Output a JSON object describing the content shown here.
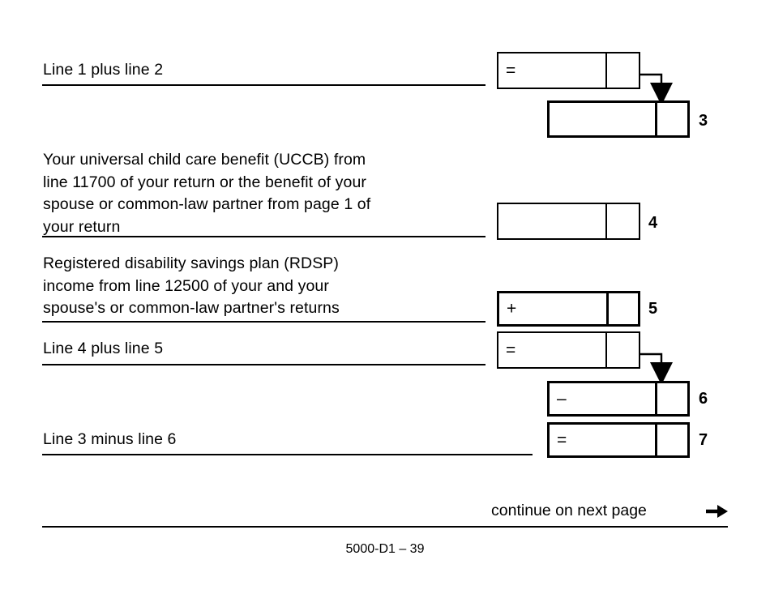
{
  "form": {
    "page_id": "5000-D1 – 39",
    "footer_note": "continue on next page",
    "footer_arrow_icon": "arrow-right-icon"
  },
  "rows": [
    {
      "id": "line-1-plus-line-2",
      "label": "Line 1 plus line 2",
      "box": {
        "operator": "=",
        "value": "",
        "line_number": ""
      },
      "has_connector": true
    },
    {
      "id": "line-3-total",
      "label": "",
      "box": {
        "operator": "",
        "value": "",
        "line_number": "3"
      },
      "has_connector": false
    },
    {
      "id": "uccb-benefit",
      "label": "Your universal child care benefit (UCCB) from\nline 11700 of your return or the benefit of your\nspouse or common-law partner from page 1 of\nyour return",
      "box": {
        "operator": "",
        "value": "",
        "line_number": "4"
      },
      "has_connector": false
    },
    {
      "id": "rdsp-income",
      "label": "Registered disability savings plan (RDSP)\nincome from line 12500 of your and your\nspouse's or common-law partner's returns",
      "box": {
        "operator": "+",
        "value": "",
        "line_number": "5"
      },
      "has_connector": false
    },
    {
      "id": "line-4-plus-line-5",
      "label": "Line 4 plus line 5",
      "box": {
        "operator": "=",
        "value": "",
        "line_number": ""
      },
      "has_connector": true
    },
    {
      "id": "line-6-subtotal",
      "label": "",
      "box": {
        "operator": "–",
        "value": "",
        "line_number": "6"
      },
      "has_connector": false
    },
    {
      "id": "line-3-minus-line-6",
      "label": "Line 3 minus line 6",
      "box": {
        "operator": "=",
        "value": "",
        "line_number": "7"
      },
      "has_connector": false
    }
  ]
}
